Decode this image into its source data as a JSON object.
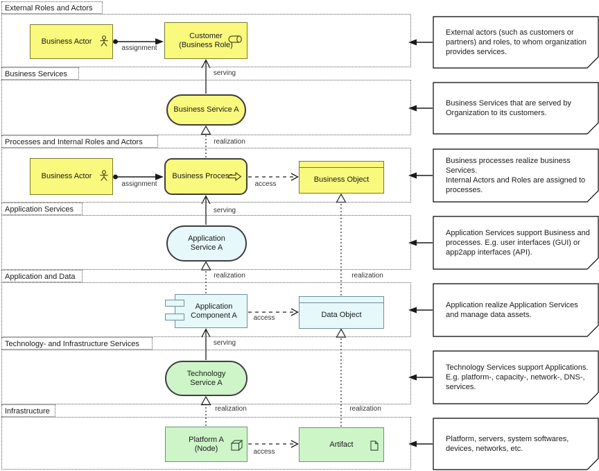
{
  "lanes": [
    {
      "label": "External Roles and Actors"
    },
    {
      "label": "Business Services"
    },
    {
      "label": "Processes and Internal Roles and Actors"
    },
    {
      "label": "Application Services"
    },
    {
      "label": "Application and Data"
    },
    {
      "label": "Technology- and Infrastructure Services"
    },
    {
      "label": "Infrastructure"
    }
  ],
  "elements": {
    "business_actor_1": "Business Actor",
    "customer": "Customer\n(Business Role)",
    "business_service_a": "Business Service A",
    "business_actor_2": "Business Actor",
    "business_process_a": "Business Process A",
    "business_object": "Business Object",
    "application_service_a": "Application\nService A",
    "application_component_a": "Application\nComponent A",
    "data_object": "Data Object",
    "technology_service_a": "Technology\nService A",
    "platform_a": "Platform A\n(Node)",
    "artifact": "Artifact"
  },
  "edge_labels": {
    "assignment_1": "assignment",
    "serving_1": "serving",
    "realization_1": "realization",
    "assignment_2": "assignment",
    "access_1": "access",
    "serving_2": "serving",
    "realization_2": "realization",
    "realization_3": "realization",
    "access_2": "access",
    "serving_3": "serving",
    "realization_4": "realization",
    "realization_5": "realization",
    "access_3": "access"
  },
  "annotations": [
    {
      "text": "External actors (such as customers or partners) and roles, to whom organization provides services."
    },
    {
      "text": "Business Services that are served by Organization to its customers."
    },
    {
      "text": "Business processes realize business Services.\nInternal Actors and Roles are assigned to processes."
    },
    {
      "text": "Application Services support Business and processes. E.g. user interfaces (GUI) or app2app interfaces (API)."
    },
    {
      "text": "Application realize Application Services and manage data assets."
    },
    {
      "text": "Technology Services support Applications. E.g. platform-, capacity-, network-, DNS-, services."
    },
    {
      "text": "Platform, servers, system softwares, devices, networks, etc."
    }
  ],
  "colors": {
    "business_fill": "#F9F97E",
    "business_border": "#77772F",
    "application_fill": "#E6F8FA",
    "application_border": "#6C8F98",
    "technology_fill": "#CDF5C8",
    "technology_border": "#6F936F",
    "pill_border": "#3D3D3D",
    "lane_border": "#595959",
    "connector": "#1a1a1a",
    "note_fill": "#FFFFFF",
    "note_border": "#000000"
  }
}
